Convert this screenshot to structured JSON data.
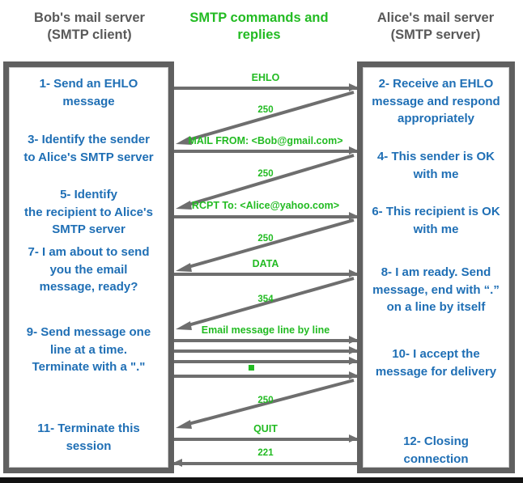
{
  "headings": {
    "left": "Bob's mail server\n(SMTP client)",
    "center": "SMTP commands and\nreplies",
    "right": "Alice's mail server\n(SMTP server)"
  },
  "colors": {
    "client_label": "#595959",
    "server_label": "#595959",
    "protocol_label": "#22bb22",
    "step_text": "#1f6fb5",
    "panel_border": "#606060",
    "arrow": "#6e6e6e"
  },
  "client_steps": [
    {
      "id": "step-1",
      "text": "1- Send an EHLO\nmessage"
    },
    {
      "id": "step-3",
      "text": "3- Identify the sender\nto Alice's SMTP server"
    },
    {
      "id": "step-5",
      "text": "5- Identify\nthe recipient to Alice's\nSMTP server"
    },
    {
      "id": "step-7",
      "text": "7- I am about to send\nyou the email\nmessage, ready?"
    },
    {
      "id": "step-9",
      "text": "9- Send message one\nline at a time.\nTerminate with a \".\""
    },
    {
      "id": "step-11",
      "text": "11- Terminate this\nsession"
    }
  ],
  "server_steps": [
    {
      "id": "step-2",
      "text": "2- Receive an EHLO\nmessage and respond\nappropriately"
    },
    {
      "id": "step-4",
      "text": "4- This sender is OK\nwith me"
    },
    {
      "id": "step-6",
      "text": "6- This recipient is OK\nwith me"
    },
    {
      "id": "step-8",
      "text": "8-  I am ready. Send\nmessage, end with “.”\non a line by itself"
    },
    {
      "id": "step-10",
      "text": "10-  I accept the\nmessage for delivery"
    },
    {
      "id": "step-12",
      "text": "12-  Closing\nconnection"
    }
  ],
  "messages": [
    {
      "id": "msg-ehlo",
      "label": "EHLO",
      "direction": "client-to-server",
      "style": "straight"
    },
    {
      "id": "reply-250-ehlo",
      "label": "250",
      "direction": "server-to-client",
      "style": "diagonal"
    },
    {
      "id": "msg-mail-from",
      "label": "MAIL FROM: <Bob@gmail.com>",
      "direction": "client-to-server",
      "style": "straight"
    },
    {
      "id": "reply-250-mail",
      "label": "250",
      "direction": "server-to-client",
      "style": "diagonal"
    },
    {
      "id": "msg-rcpt-to",
      "label": "RCPT To: <Alice@yahoo.com>",
      "direction": "client-to-server",
      "style": "straight"
    },
    {
      "id": "reply-250-rcpt",
      "label": "250",
      "direction": "server-to-client",
      "style": "diagonal"
    },
    {
      "id": "msg-data",
      "label": "DATA",
      "direction": "client-to-server",
      "style": "straight"
    },
    {
      "id": "reply-354",
      "label": "354",
      "direction": "server-to-client",
      "style": "diagonal"
    },
    {
      "id": "msg-body-lines",
      "label": "Email message line by line",
      "direction": "client-to-server",
      "style": "straight-multi"
    },
    {
      "id": "msg-dot",
      "label": ".",
      "direction": "client-to-server",
      "style": "marker"
    },
    {
      "id": "reply-250-data",
      "label": "250",
      "direction": "server-to-client",
      "style": "diagonal"
    },
    {
      "id": "msg-quit",
      "label": "QUIT",
      "direction": "client-to-server",
      "style": "straight"
    },
    {
      "id": "reply-221",
      "label": "221",
      "direction": "server-to-client",
      "style": "straight"
    }
  ]
}
